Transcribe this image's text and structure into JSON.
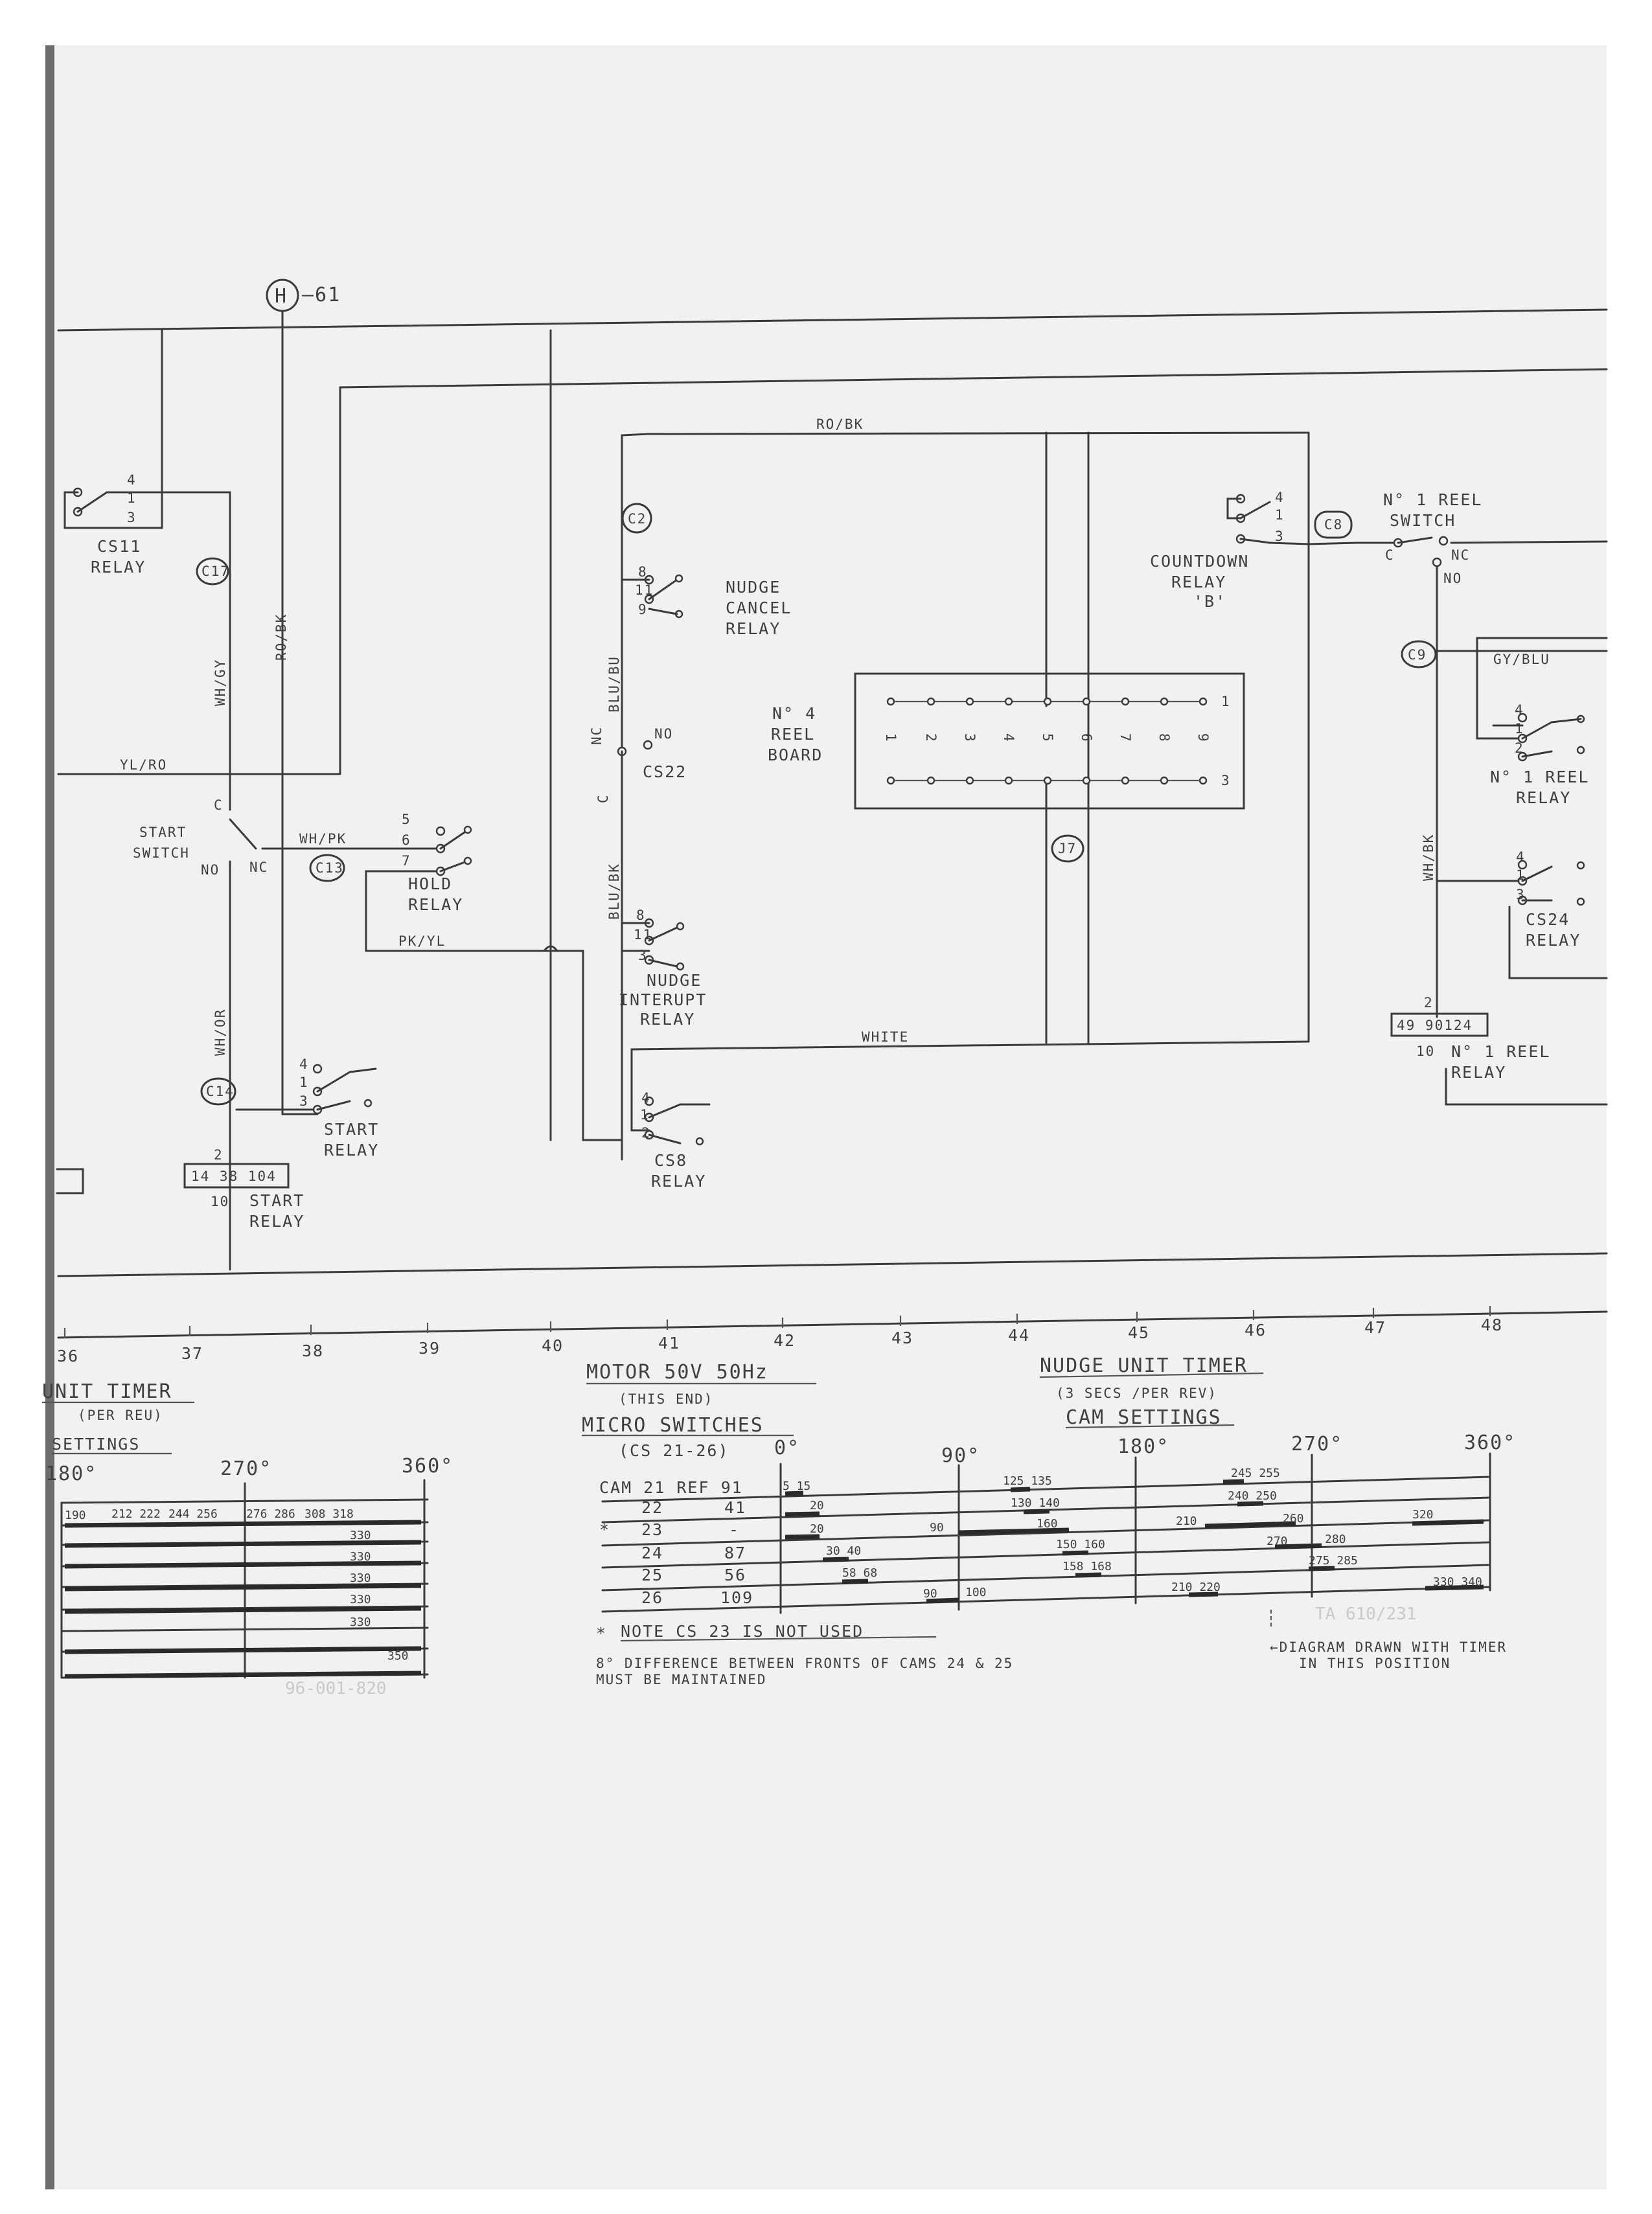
{
  "connector_h": {
    "letter": "H",
    "ref": "—61"
  },
  "wires": {
    "ro_bk_top": "RO/BK",
    "wh_gy": "WH/GY",
    "ro_bk_vert": "RO/BK",
    "yl_ro": "YL/RO",
    "wh_pk": "WH/PK",
    "pk_yl": "PK/YL",
    "wh_or": "WH/OR",
    "blu_bu": "BLU/BU",
    "blu_bk": "BLU/BK",
    "white": "WHITE",
    "gy_blu": "GY/BLU",
    "wh_bk": "WH/BK"
  },
  "tags": {
    "c2": "C2",
    "c17": "C17",
    "c13": "C13",
    "c14": "C14",
    "c8": "C8",
    "c9": "C9",
    "j7": "J7"
  },
  "components": {
    "cs11": [
      "CS11",
      "RELAY"
    ],
    "start_switch": [
      "START",
      "SWITCH"
    ],
    "hold_relay": [
      "HOLD",
      "RELAY"
    ],
    "start_relay_a": [
      "START",
      "RELAY"
    ],
    "start_relay_b": [
      "START",
      "RELAY"
    ],
    "start_relay_part": "14 38 104",
    "nudge_cancel": [
      "NUDGE",
      "CANCEL",
      "RELAY"
    ],
    "cs22": "CS22",
    "nudge_interupt": [
      "NUDGE",
      "INTERUPT",
      "RELAY"
    ],
    "cs8": [
      "CS8",
      "RELAY"
    ],
    "reel_board": [
      "N° 4",
      "REEL",
      "BOARD"
    ],
    "countdown_relay": [
      "COUNTDOWN",
      "RELAY",
      "'B'"
    ],
    "reel_switch": [
      "N° 1 REEL",
      "SWITCH"
    ],
    "reel_relay_a": [
      "N° 1 REEL",
      "RELAY"
    ],
    "cs24": [
      "CS24",
      "RELAY"
    ],
    "reel_relay_part": "49 90124",
    "reel_relay_b": [
      "N° 1 REEL",
      "RELAY"
    ]
  },
  "pins": {
    "cs11": [
      "4",
      "1",
      "3"
    ],
    "hold": [
      "5",
      "6",
      "7"
    ],
    "start_relay": [
      "4",
      "1",
      "3"
    ],
    "nudge_cancel": [
      "8",
      "11",
      "9"
    ],
    "nudge_interupt": [
      "8",
      "11",
      "3"
    ],
    "cs8": [
      "4",
      "1",
      "2"
    ],
    "countdown": [
      "4",
      "1",
      "3"
    ],
    "reel_relay": [
      "4",
      "1",
      "2"
    ],
    "cs24": [
      "4",
      "1",
      "3"
    ],
    "coil_top": "2",
    "coil_bottom": "10",
    "c": "C",
    "nc": "NC",
    "no": "NO"
  },
  "reel_board_numbers": [
    "1",
    "2",
    "3",
    "4",
    "5",
    "6",
    "7",
    "8",
    "9"
  ],
  "reel_board_side": [
    "1",
    "3"
  ],
  "column_numbers": [
    "36",
    "37",
    "38",
    "39",
    "40",
    "41",
    "42",
    "43",
    "44",
    "45",
    "46",
    "47",
    "48"
  ],
  "unit_timer": {
    "title": "UNIT TIMER",
    "sub": "(PER REU)",
    "settings": "SETTINGS",
    "axis": [
      "180°",
      "270°",
      "360°"
    ],
    "row1": [
      "190",
      "212 222",
      "244 256",
      "276 286",
      "308 318"
    ],
    "row_values": [
      "330",
      "330",
      "330",
      "330",
      "330",
      "350"
    ]
  },
  "motor": {
    "title": "MOTOR 50V 50Hz",
    "sub": "(THIS END)",
    "micro": "MICRO SWITCHES",
    "cs_range": "(CS 21-26)"
  },
  "nudge_timer": {
    "title": "NUDGE UNIT TIMER",
    "sub": "(3 SECS /PER REV)",
    "cam": "CAM SETTINGS",
    "axis": [
      "0°",
      "90°",
      "180°",
      "270°",
      "360°"
    ]
  },
  "cam_table": {
    "header": "CAM 21 REF 91",
    "rows": [
      {
        "cam": "22",
        "ref": "41"
      },
      {
        "cam": "23",
        "ref": "-"
      },
      {
        "cam": "24",
        "ref": "87"
      },
      {
        "cam": "25",
        "ref": "56"
      },
      {
        "cam": "26",
        "ref": "109"
      }
    ],
    "values": {
      "r21": [
        "5 15",
        "125 135",
        "245 255"
      ],
      "r22": [
        "20",
        "130 140",
        "240 250"
      ],
      "r23": [
        "20",
        "90",
        "160",
        "210",
        "260",
        "320"
      ],
      "r24": [
        "30 40",
        "150 160",
        "270",
        "280"
      ],
      "r25": [
        "58 68",
        "158 168",
        "275 285"
      ],
      "r26": [
        "90",
        "100",
        "210 220",
        "330 340"
      ]
    }
  },
  "notes": {
    "star": "*",
    "note": "NOTE   CS 23 IS NOT USED",
    "diff": "8° DIFFERENCE BETWEEN FRONTS OF CAMS 24 & 25",
    "diff2": "MUST BE MAINTAINED",
    "diagram": "←DIAGRAM DRAWN WITH TIMER",
    "diagram2": "IN THIS POSITION"
  },
  "ghost_marks": [
    "TA 610/231",
    "96-001-820"
  ]
}
